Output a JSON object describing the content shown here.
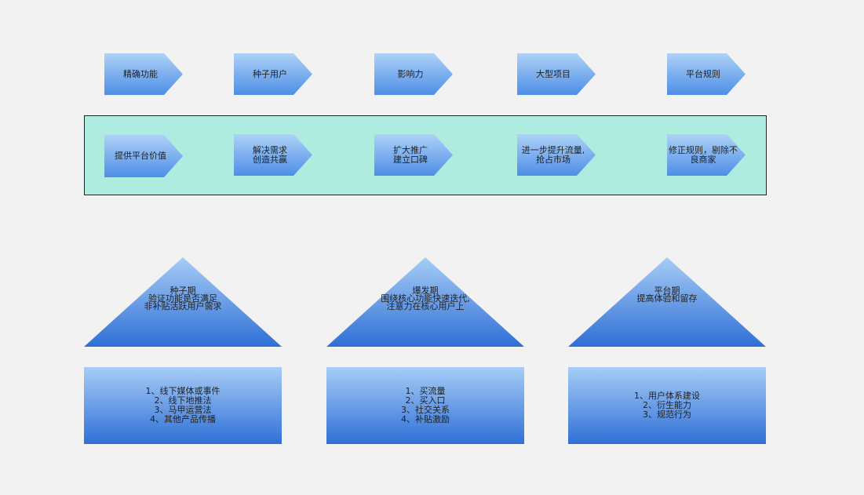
{
  "top_arrows": [
    {
      "label": "精确功能"
    },
    {
      "label": "种子用户"
    },
    {
      "label": "影响力"
    },
    {
      "label": "大型项目"
    },
    {
      "label": "平台规则"
    }
  ],
  "band_arrows": [
    {
      "label": "提供平台价值"
    },
    {
      "label": "解决需求\n创造共赢"
    },
    {
      "label": "扩大推广\n建立口碑"
    },
    {
      "label": "进一步提升流量,\n抢占市场"
    },
    {
      "label": "修正规则，剔除不\n良商家"
    }
  ],
  "stages": [
    {
      "heading": "种子期\n验证功能是否满足\n非补贴活跃用户需求",
      "items": "1、线下媒体或事件\n2、线下地推法\n3、马甲运营法\n4、其他产品传播"
    },
    {
      "heading": "爆发期\n围绕核心功能快速迭代,\n注意力在核心用户上",
      "items": "1、买流量\n2、买入口\n3、社交关系\n4、补贴激励"
    },
    {
      "heading": "平台期\n提高体验和留存",
      "items": "1、用户体系建设\n2、衍生能力\n3、规范行为"
    }
  ],
  "colors": {
    "background": "#f2f2f2",
    "band_fill": "#aeece0",
    "gradient_top": "#aed2f7",
    "gradient_bottom": "#2f6fd6"
  }
}
